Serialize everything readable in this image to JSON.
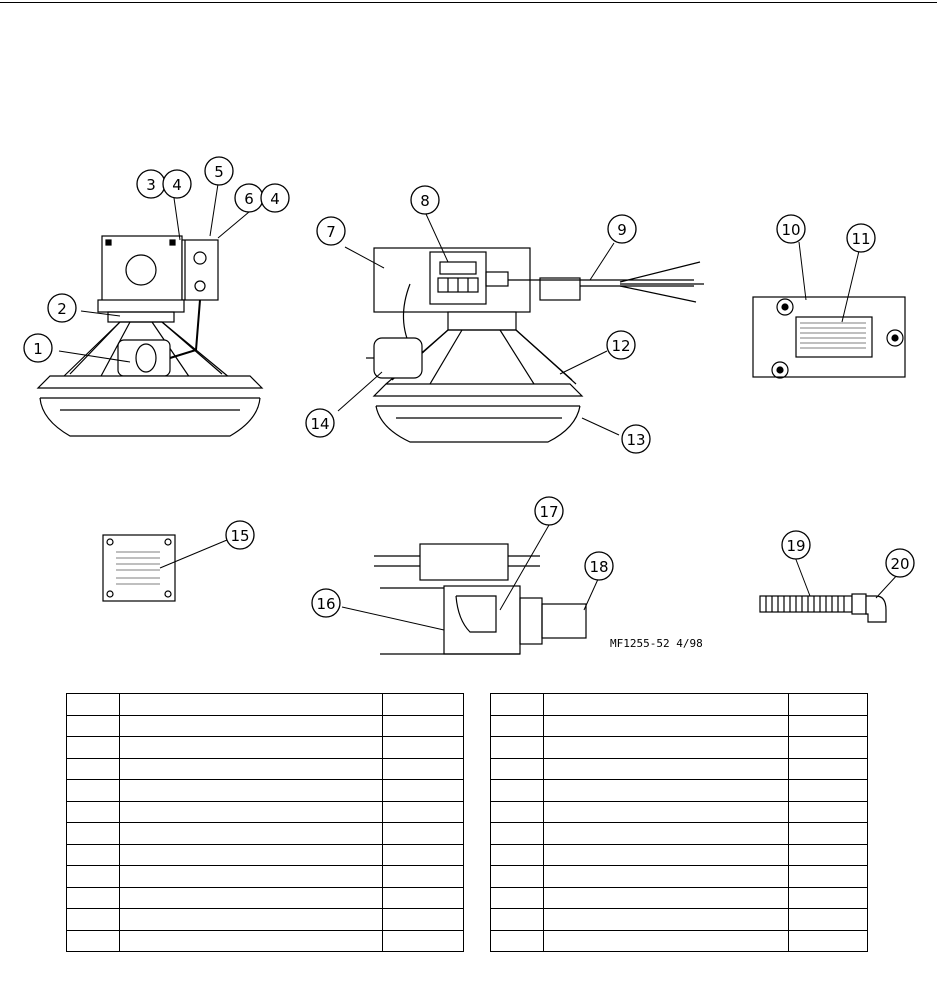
{
  "callouts": [
    "1",
    "2",
    "3",
    "4",
    "5",
    "6",
    "4",
    "7",
    "8",
    "9",
    "10",
    "11",
    "12",
    "13",
    "14",
    "15",
    "16",
    "17",
    "18",
    "19",
    "20"
  ],
  "drawing_number": "MF1255-52 4/98",
  "tables": {
    "left_rows": 12,
    "right_rows": 12
  }
}
